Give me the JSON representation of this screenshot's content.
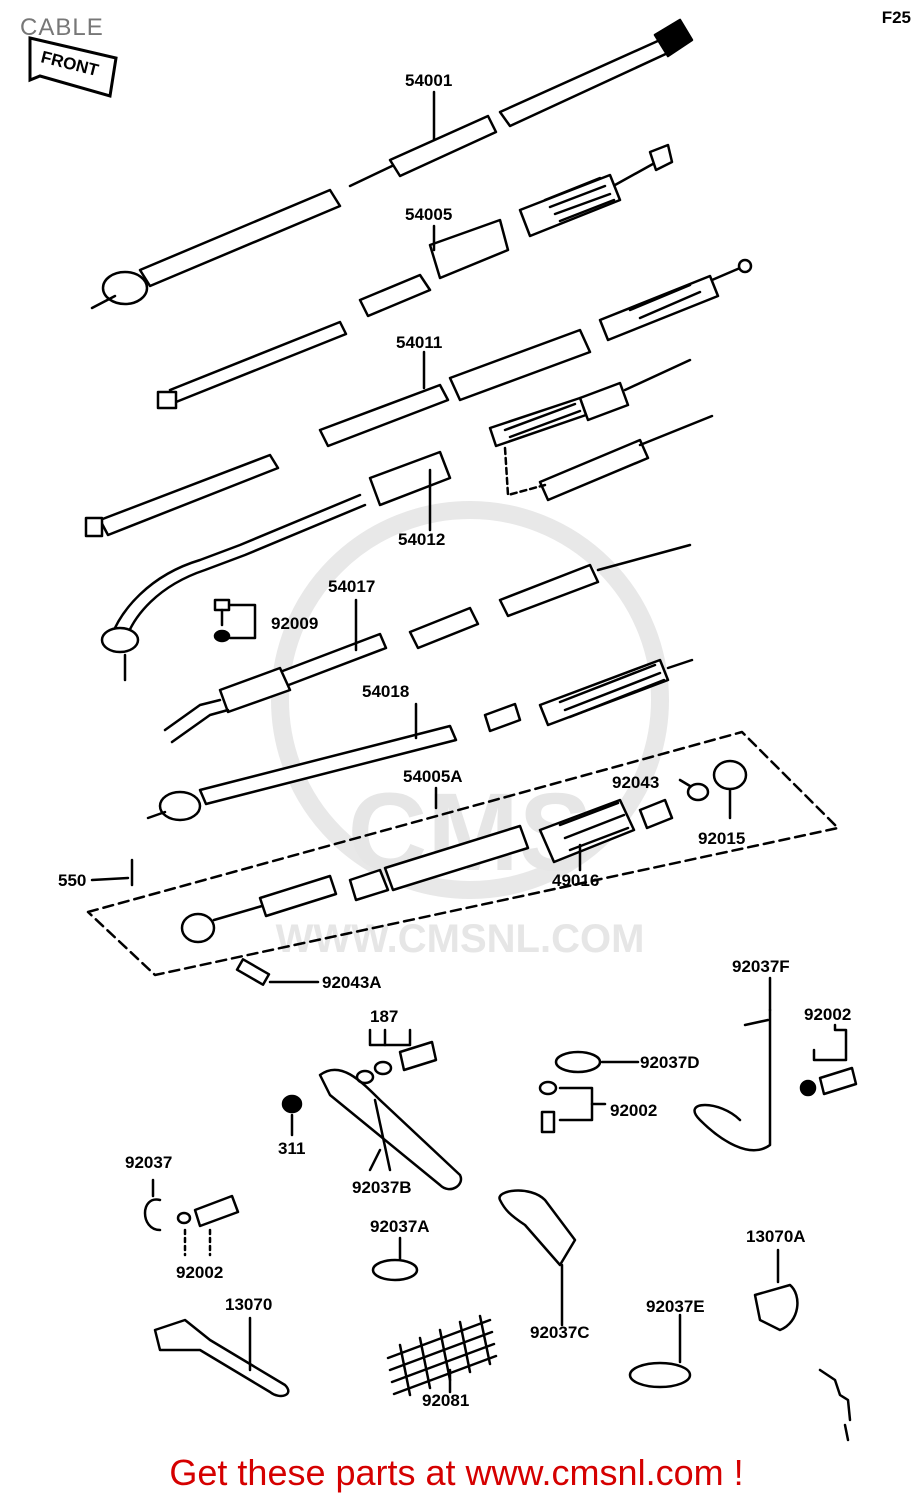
{
  "page": {
    "title": "CABLE",
    "code": "F25",
    "direction_label": "FRONT",
    "watermark_logo": "CMS",
    "watermark_url": "WWW.CMSNL.COM",
    "footer_link": "Get these parts at www.cmsnl.com !"
  },
  "colors": {
    "line": "#000000",
    "footer": "#d50000",
    "title": "#777777",
    "watermark": "#e6e6e6"
  },
  "parts": [
    {
      "id": "p54001",
      "label": "54001"
    },
    {
      "id": "p54005",
      "label": "54005"
    },
    {
      "id": "p54011",
      "label": "54011"
    },
    {
      "id": "p54012",
      "label": "54012"
    },
    {
      "id": "p54017",
      "label": "54017"
    },
    {
      "id": "p92009",
      "label": "92009"
    },
    {
      "id": "p54018",
      "label": "54018"
    },
    {
      "id": "p54005A",
      "label": "54005A"
    },
    {
      "id": "p92043",
      "label": "92043"
    },
    {
      "id": "p92015",
      "label": "92015"
    },
    {
      "id": "p550",
      "label": "550"
    },
    {
      "id": "p49016",
      "label": "49016"
    },
    {
      "id": "p92043A",
      "label": "92043A"
    },
    {
      "id": "p187",
      "label": "187"
    },
    {
      "id": "p92037F",
      "label": "92037F"
    },
    {
      "id": "p92002a",
      "label": "92002"
    },
    {
      "id": "p92037D",
      "label": "92037D"
    },
    {
      "id": "p92002b",
      "label": "92002"
    },
    {
      "id": "p311",
      "label": "311"
    },
    {
      "id": "p92037B",
      "label": "92037B"
    },
    {
      "id": "p92037",
      "label": "92037"
    },
    {
      "id": "p92002c",
      "label": "92002"
    },
    {
      "id": "p92037A",
      "label": "92037A"
    },
    {
      "id": "p13070A",
      "label": "13070A"
    },
    {
      "id": "p13070",
      "label": "13070"
    },
    {
      "id": "p92037C",
      "label": "92037C"
    },
    {
      "id": "p92037E",
      "label": "92037E"
    },
    {
      "id": "p92081",
      "label": "92081"
    }
  ]
}
